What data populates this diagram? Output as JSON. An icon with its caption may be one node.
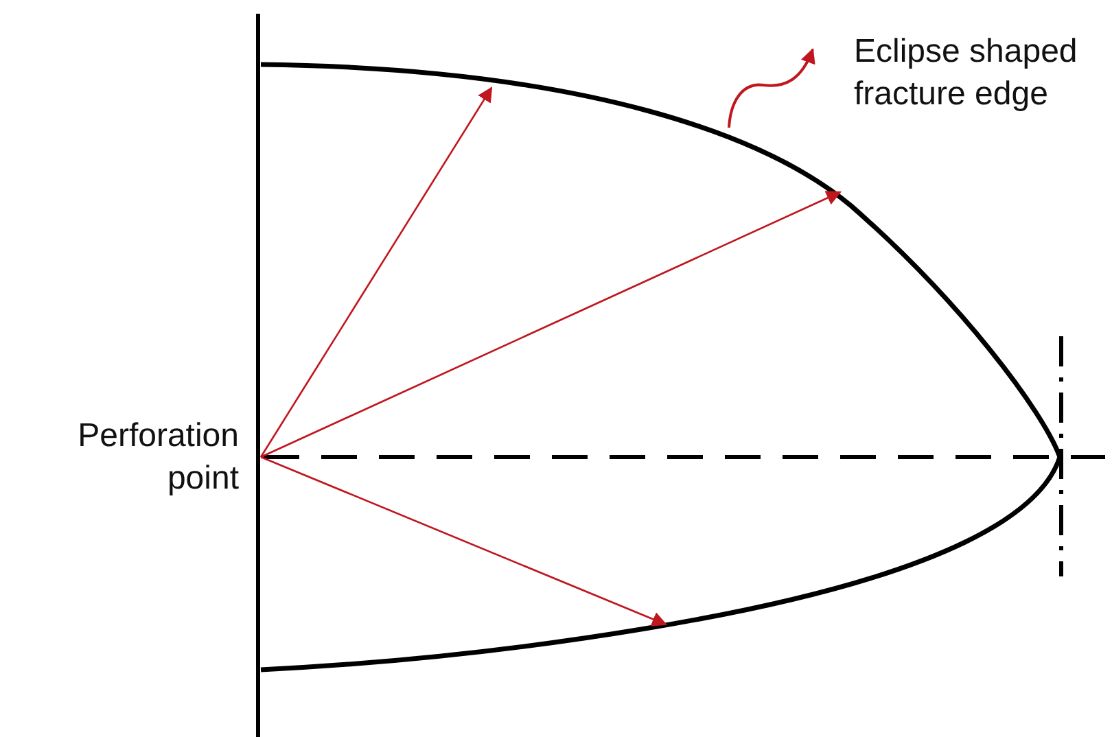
{
  "diagram": {
    "nodes": [
      {
        "text": [
          "Perforation point"
        ]
      },
      {
        "text": [
          "Eclipse shaped fracture edge"
        ]
      },
      {
        "text": [],
        "shape": "curve"
      }
    ],
    "edges": [
      {
        "from": 0,
        "to": 2,
        "arrow": "to"
      },
      {
        "from": 0,
        "to": 2,
        "arrow": "to"
      },
      {
        "from": 0,
        "to": 2,
        "arrow": "to"
      },
      {
        "from": 2,
        "to": 1,
        "arrow": "to"
      }
    ]
  }
}
